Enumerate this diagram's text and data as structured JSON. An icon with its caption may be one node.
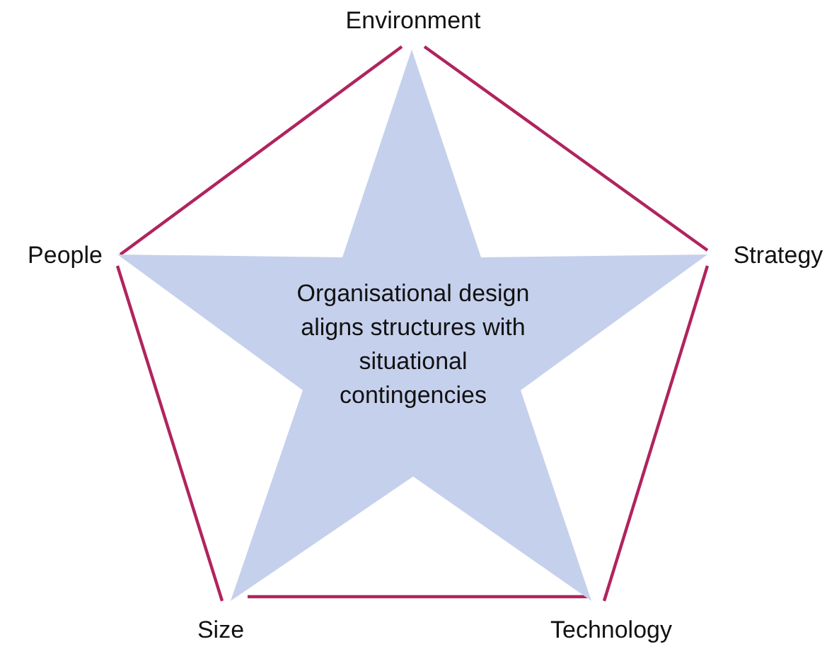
{
  "diagram": {
    "nodes": [
      {
        "text": [
          "Organisational design aligns structures with situational contingencies"
        ]
      },
      {
        "text": [
          "Environment"
        ]
      },
      {
        "text": [
          "Strategy"
        ]
      },
      {
        "text": [
          "Technology"
        ]
      },
      {
        "text": [
          "Size"
        ]
      },
      {
        "text": [
          "People"
        ]
      }
    ],
    "edges": [
      {
        "from": 1,
        "to": 2,
        "arrow": "none",
        "color": "#b0245e"
      },
      {
        "from": 2,
        "to": 3,
        "arrow": "none",
        "color": "#b0245e"
      },
      {
        "from": 3,
        "to": 4,
        "arrow": "none",
        "color": "#b0245e"
      },
      {
        "from": 4,
        "to": 5,
        "arrow": "none",
        "color": "#b0245e"
      },
      {
        "from": 5,
        "to": 1,
        "arrow": "none",
        "color": "#b0245e"
      }
    ]
  }
}
